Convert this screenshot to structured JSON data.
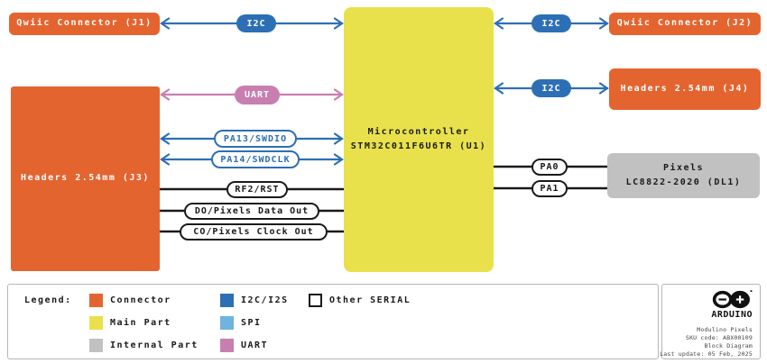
{
  "blocks": {
    "j1": {
      "label": "Qwiic Connector (J1)",
      "type": "connector"
    },
    "j2": {
      "label": "Qwiic Connector (J2)",
      "type": "connector"
    },
    "j3": {
      "label": "Headers 2.54mm (J3)",
      "type": "connector"
    },
    "j4": {
      "label": "Headers 2.54mm (J4)",
      "type": "connector"
    },
    "mcu": {
      "label_line1": "Microcontroller",
      "label_line2": "STM32C011F6U6TR (U1)",
      "type": "main"
    },
    "pixels": {
      "label_line1": "Pixels",
      "label_line2": "LC8822-2020 (DL1)",
      "type": "internal"
    }
  },
  "connections": {
    "i2c_j1_mcu": {
      "label": "I2C",
      "bus": "i2c"
    },
    "i2c_mcu_j2": {
      "label": "I2C",
      "bus": "i2c"
    },
    "i2c_mcu_j4": {
      "label": "I2C",
      "bus": "i2c"
    },
    "uart_j3_mcu": {
      "label": "UART",
      "bus": "uart"
    },
    "swdio": {
      "label": "PA13/SWDIO",
      "bus": "swd"
    },
    "swdclk": {
      "label": "PA14/SWDCLK",
      "bus": "swd"
    },
    "reset": {
      "label": "RF2/RST",
      "bus": "other-serial"
    },
    "pixels_data_out": {
      "label": "DO/Pixels Data Out",
      "bus": "other-serial"
    },
    "pixels_clock_out": {
      "label": "CO/Pixels Clock Out",
      "bus": "other-serial"
    },
    "pa0": {
      "label": "PA0",
      "bus": "other-serial"
    },
    "pa1": {
      "label": "PA1",
      "bus": "other-serial"
    }
  },
  "legend": {
    "title": "Legend:",
    "items": [
      {
        "label": "Connector",
        "color": "#E4642F"
      },
      {
        "label": "Main Part",
        "color": "#E9E14C"
      },
      {
        "label": "Internal Part",
        "color": "#C1C1C1"
      },
      {
        "label": "I2C/I2S",
        "color": "#2D6FB5"
      },
      {
        "label": "SPI",
        "color": "#6FB3E0"
      },
      {
        "label": "UART",
        "color": "#C97EB0"
      },
      {
        "label": "Other SERIAL",
        "color": "#FFFFFF",
        "outlined": true
      }
    ]
  },
  "footer": {
    "brand": "ARDUINO",
    "lines": [
      "Modulino Pixels",
      "SKU code: ABX00109",
      "Block Diagram",
      "Last update: 05 Feb, 2025"
    ]
  },
  "colors": {
    "connector": "#E4642F",
    "main_part": "#E9E14C",
    "internal_part": "#C1C1C1",
    "i2c_i2s": "#2D6FB5",
    "spi": "#6FB3E0",
    "uart": "#C97EB0",
    "wire_black": "#1a1a1a"
  }
}
